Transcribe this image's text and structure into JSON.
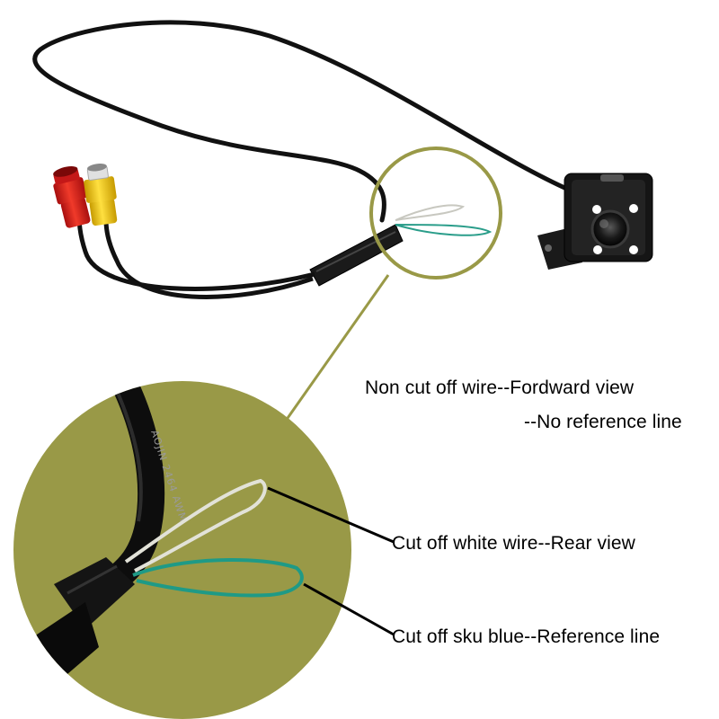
{
  "annotations": {
    "non_cut_line1": "Non cut off wire--Fordward view",
    "non_cut_line2": "--No reference line",
    "white_cut": "Cut off white wire--Rear view",
    "blue_cut": "Cut off sku blue--Reference line"
  },
  "cable_print": "AOJIN 2464 AWM",
  "colors": {
    "zoom_circle": "#999947",
    "cable": "#111111",
    "white_wire": "#d8d8d0",
    "blue_wire": "#2a9d8a",
    "rca_red": "#d92020",
    "rca_yellow": "#e8c010",
    "camera_led": "#ffffff"
  }
}
